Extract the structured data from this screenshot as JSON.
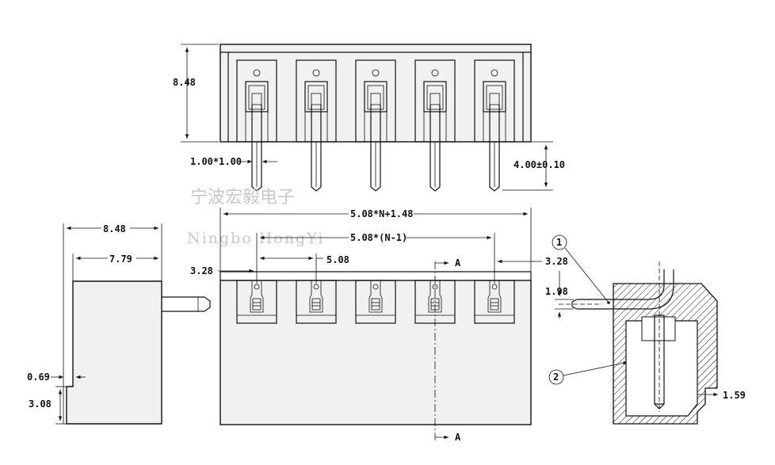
{
  "watermark": {
    "company_cn": "宁波宏毅电子",
    "company_en": "Ningbo HongYi"
  },
  "dimensions": {
    "top_height": "8.48",
    "pin_size": "1.00*1.00",
    "pin_length": "4.00±0.10",
    "overall_length": "5.08*N+1.48",
    "pitch_total": "5.08*(N-1)",
    "edge_left": "3.28",
    "pitch": "5.08",
    "edge_right": "3.28",
    "side_depth": "8.48",
    "side_inner": "7.79",
    "side_step": "0.69",
    "side_bottom": "3.08",
    "section_offset": "1.98",
    "section_foot": "1.59"
  },
  "section_marks": {
    "top": "A",
    "bottom": "A"
  },
  "callouts": {
    "one": "1",
    "two": "2"
  },
  "pin_count": 5
}
